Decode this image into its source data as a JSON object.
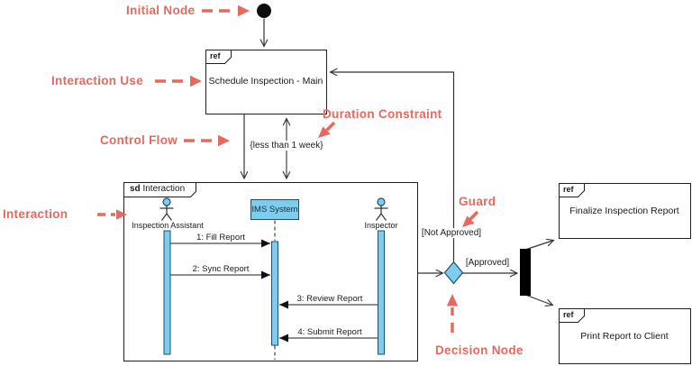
{
  "colors": {
    "annotation": "#e5695e",
    "shape_fill": "#7fcdee",
    "shape_border": "#1b4f6b",
    "connector": "#333333",
    "fork_fill": "#000000"
  },
  "annotations": {
    "initial_node": "Initial Node",
    "interaction_use": "Interaction Use",
    "control_flow": "Control Flow",
    "duration_constraint": "Duration Constraint",
    "interaction": "Interaction",
    "guard": "Guard",
    "decision_node": "Decision Node"
  },
  "interaction_use_frame": {
    "tab": "ref",
    "title": "Schedule Inspection - Main"
  },
  "finalize_frame": {
    "tab": "ref",
    "title": "Finalize Inspection Report"
  },
  "print_frame": {
    "tab": "ref",
    "title": "Print Report to Client"
  },
  "sd_frame": {
    "keyword": "sd",
    "name": "Interaction"
  },
  "duration_constraint_text": "{less than 1 week}",
  "guards": {
    "not_approved": "[Not Approved]",
    "approved": "[Approved]"
  },
  "sequence": {
    "lifelines": [
      {
        "name": "Inspection Assistant",
        "type": "actor"
      },
      {
        "name": "IMS System",
        "type": "entity"
      },
      {
        "name": "Inspector",
        "type": "actor"
      }
    ],
    "messages": [
      {
        "label": "1: Fill Report"
      },
      {
        "label": "2: Sync Report"
      },
      {
        "label": "3: Review Report"
      },
      {
        "label": "4: Submit Report"
      }
    ]
  }
}
